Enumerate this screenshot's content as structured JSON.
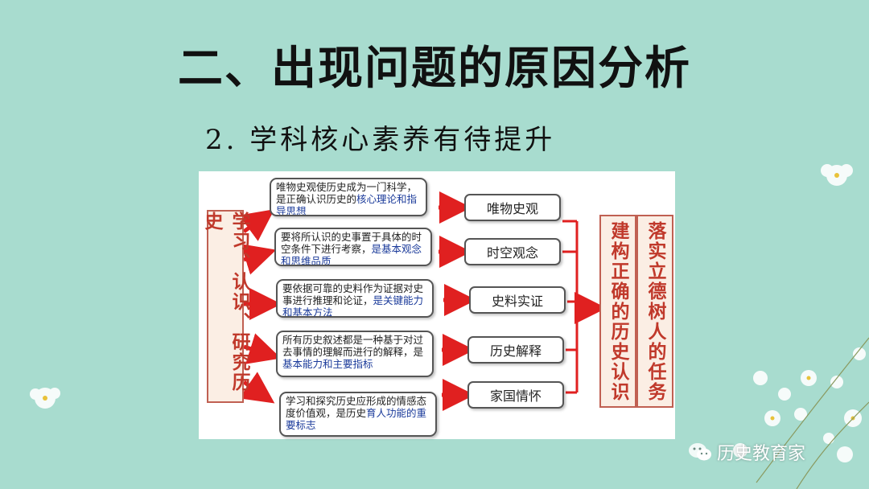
{
  "slide": {
    "title": "二、出现问题的原因分析",
    "subtitle": "2. 学科核心素养有待提升"
  },
  "diagram": {
    "left_label": "学习、认识、研究历史",
    "rows": [
      {
        "desc_plain": "唯物史观使历史成为一门科学，是正确认识历史的",
        "desc_highlight": "核心理论和指导思想",
        "concept": "唯物史观"
      },
      {
        "desc_plain": "要将所认识的史事置于具体的时空条件下进行考察，",
        "desc_highlight": "是基本观念和思维品质",
        "concept": "时空观念"
      },
      {
        "desc_plain": "要依据可靠的史料作为证据对史事进行推理和论证，",
        "desc_highlight": "是关键能力和基本方法",
        "concept": "史料实证"
      },
      {
        "desc_plain": "所有历史叙述都是一种基于对过去事情的理解而进行的解释，是",
        "desc_highlight": "基本能力和主要指标",
        "concept": "历史解释"
      },
      {
        "desc_plain": "学习和探究历史应形成的情感态度价值观，是历史",
        "desc_highlight": "育人功能的重要标志",
        "concept": "家国情怀"
      }
    ],
    "goal_1": "建构正确的历史认识",
    "goal_2": "落实立德树人的任务"
  },
  "watermark": {
    "text": "历史教育家",
    "icon": "wechat-icon"
  },
  "colors": {
    "background": "#a8dccf",
    "arrow": "#e02020",
    "vertical_text": "#c0392b",
    "highlight_text": "#1a3a9a"
  }
}
